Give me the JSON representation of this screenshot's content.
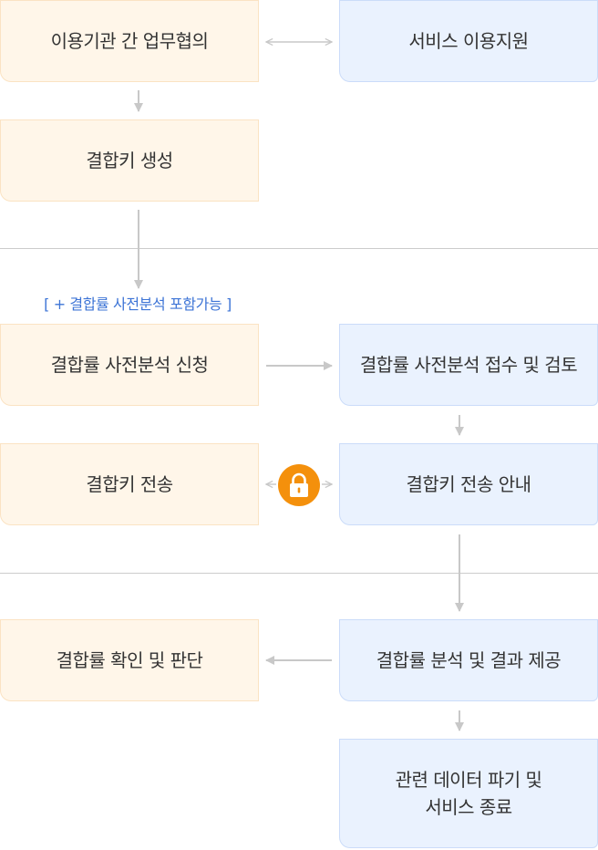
{
  "nodes": {
    "agency_consult": "이용기관 간 업무협의",
    "service_support": "서비스 이용지원",
    "key_generate": "결합키 생성",
    "pre_analysis_request": "결합률 사전분석 신청",
    "pre_analysis_review": "결합률 사전분석 접수 및 검토",
    "key_send": "결합키 전송",
    "key_send_notice": "결합키 전송 안내",
    "confirm_judge": "결합률 확인 및 판단",
    "analysis_result": "결합률 분석 및 결과 제공",
    "data_destroy": "관련 데이터 파기 및\n서비스 종료"
  },
  "note": "[ + 결합률 사전분석 포함가능 ]",
  "icons": {
    "lock": "lock-icon"
  },
  "colors": {
    "org_fill": "#fff6e9",
    "org_border": "#fbe3c3",
    "svc_fill": "#eaf2fe",
    "svc_border": "#cbdcf9",
    "arrow": "#c8c8c8",
    "note_text": "#3d74d6",
    "lock_fill": "#f4900c"
  }
}
